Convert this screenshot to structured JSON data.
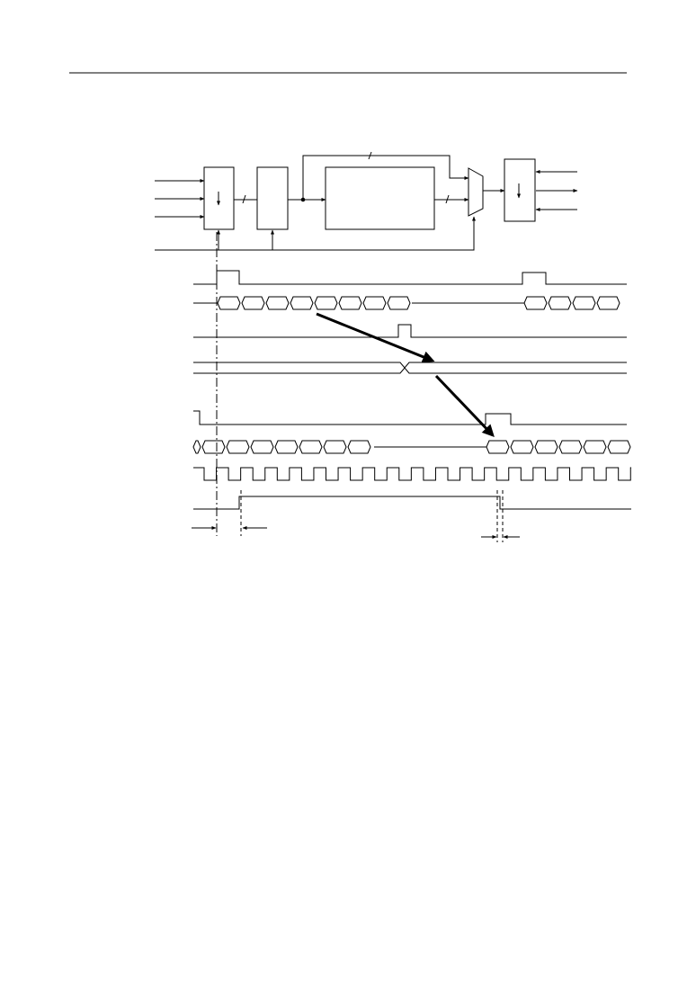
{
  "page": {
    "background": "#ffffff",
    "ink": "#000000"
  },
  "diagram": {
    "description_visible_text": [],
    "blocks": [
      {
        "id": "input-block",
        "icon": "down-arrow-icon"
      },
      {
        "id": "register-block"
      },
      {
        "id": "processing-block"
      },
      {
        "id": "multiplexer"
      },
      {
        "id": "output-block",
        "icon": "down-arrow-icon"
      }
    ],
    "timing": {
      "clock_cycles": 18,
      "input_bus_words": 8,
      "output_bus_words": 8
    }
  }
}
